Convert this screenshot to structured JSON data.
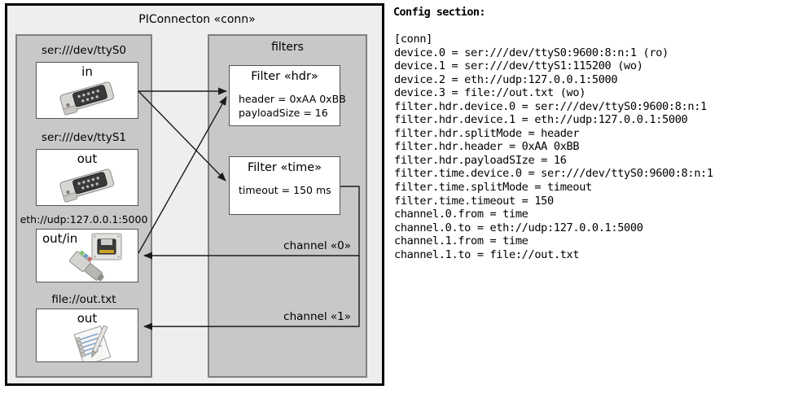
{
  "diagram": {
    "outer": {
      "title": "PIConnecton «conn»"
    },
    "devices_panel": {
      "name": "devices",
      "items": [
        {
          "label": "ser:///dev/ttyS0",
          "direction": "in",
          "icon": "serial-port-icon"
        },
        {
          "label": "ser:///dev/ttyS1",
          "direction": "out",
          "icon": "serial-port-icon"
        },
        {
          "label": "eth://udp:127.0.0.1:5000",
          "direction": "out/in",
          "icon": "network-plug-icon"
        },
        {
          "label": "file://out.txt",
          "direction": "out",
          "icon": "text-file-icon"
        }
      ]
    },
    "filters_panel": {
      "title": "filters",
      "filters": [
        {
          "title": "Filter «hdr»",
          "props": [
            "header = 0xAA 0xBB",
            "payloadSize = 16"
          ]
        },
        {
          "title": "Filter «time»",
          "props": [
            "timeout = 150 ms"
          ]
        }
      ],
      "channels": [
        {
          "label": "channel «0»"
        },
        {
          "label": "channel «1»"
        }
      ]
    },
    "colors": {
      "outer_border": "#000000",
      "outer_fill": "#eeeeee",
      "panel_fill": "#c8c8c8",
      "panel_border": "#808080",
      "box_fill": "#ffffff",
      "box_border": "#555555",
      "wire": "#1a1a1a"
    }
  },
  "config": {
    "heading": "Config section:",
    "lines": [
      "[conn]",
      "device.0 = ser:///dev/ttyS0:9600:8:n:1 (ro)",
      "device.1 = ser:///dev/ttyS1:115200 (wo)",
      "device.2 = eth://udp:127.0.0.1:5000",
      "device.3 = file://out.txt (wo)",
      "filter.hdr.device.0 = ser:///dev/ttyS0:9600:8:n:1",
      "filter.hdr.device.1 = eth://udp:127.0.0.1:5000",
      "filter.hdr.splitMode = header",
      "filter.hdr.header = 0xAA 0xBB",
      "filter.hdr.payloadSIze = 16",
      "filter.time.device.0 = ser:///dev/ttyS0:9600:8:n:1",
      "filter.time.splitMode = timeout",
      "filter.time.timeout = 150",
      "channel.0.from = time",
      "channel.0.to = eth://udp:127.0.0.1:5000",
      "channel.1.from = time",
      "channel.1.to = file://out.txt"
    ]
  }
}
